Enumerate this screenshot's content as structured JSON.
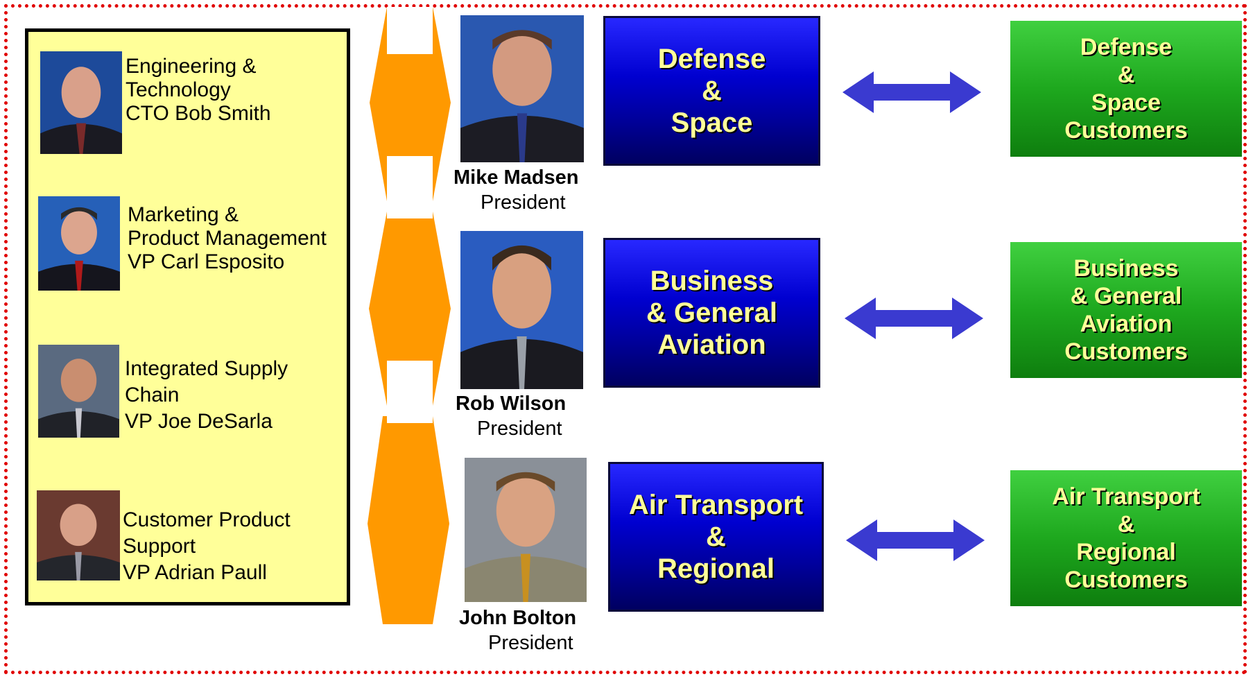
{
  "support_staff": [
    {
      "lines": [
        "Engineering &",
        "Technology",
        "CTO Bob Smith"
      ],
      "photo_icon": "portrait-photo"
    },
    {
      "lines": [
        "Marketing &",
        "Product Management",
        "VP Carl Esposito"
      ],
      "photo_icon": "portrait-photo"
    },
    {
      "lines": [
        "Integrated Supply",
        "Chain",
        "VP Joe DeSarla"
      ],
      "photo_icon": "portrait-photo"
    },
    {
      "lines": [
        "Customer Product",
        "Support",
        "VP Adrian Paull"
      ],
      "photo_icon": "portrait-photo"
    }
  ],
  "presidents": [
    {
      "name": "Mike Madsen",
      "title": "President",
      "photo_icon": "portrait-photo"
    },
    {
      "name": "Rob Wilson",
      "title": "President",
      "photo_icon": "portrait-photo"
    },
    {
      "name": "John Bolton",
      "title": "President",
      "photo_icon": "portrait-photo"
    }
  ],
  "divisions": [
    {
      "lines": [
        "Defense",
        "&",
        "Space"
      ]
    },
    {
      "lines": [
        "Business",
        "& General",
        "Aviation"
      ]
    },
    {
      "lines": [
        "Air Transport",
        "&",
        "Regional"
      ]
    }
  ],
  "customers": [
    {
      "lines": [
        "Defense",
        "&",
        "Space",
        "Customers"
      ]
    },
    {
      "lines": [
        "Business",
        "& General",
        "Aviation",
        "Customers"
      ]
    },
    {
      "lines": [
        "Air Transport",
        "&",
        "Regional",
        "Customers"
      ]
    }
  ],
  "colors": {
    "frame": "#e00000",
    "support_panel": "#ffff99",
    "connector": "#ff9900",
    "division_box": "#0000d0",
    "customer_box": "#1ea81e",
    "box_text": "#ffff99",
    "double_arrow": "#3a3ad0"
  },
  "icons": [
    "double-arrow-icon",
    "connector-arrow-icon",
    "portrait-photo"
  ]
}
